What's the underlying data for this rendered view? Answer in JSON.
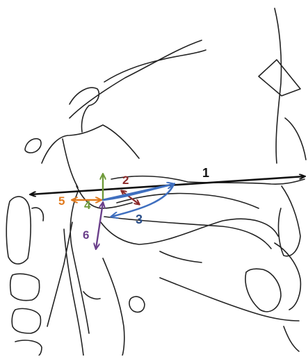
{
  "colors": {
    "line": "#222222",
    "m1": "#111111",
    "m2": "#8b2a2a",
    "m3": "#3f6fbf",
    "m3_label": "#2b4f8a",
    "m4": "#6f9a3a",
    "m5": "#e07a1e",
    "m6": "#6a3f8a"
  },
  "measurements": [
    {
      "id": "1",
      "label": "1",
      "color_key": "m1"
    },
    {
      "id": "2",
      "label": "2",
      "color_key": "m2"
    },
    {
      "id": "3",
      "label": "3",
      "color_key": "m3"
    },
    {
      "id": "4",
      "label": "4",
      "color_key": "m4"
    },
    {
      "id": "5",
      "label": "5",
      "color_key": "m5"
    },
    {
      "id": "6",
      "label": "6",
      "color_key": "m6"
    }
  ]
}
